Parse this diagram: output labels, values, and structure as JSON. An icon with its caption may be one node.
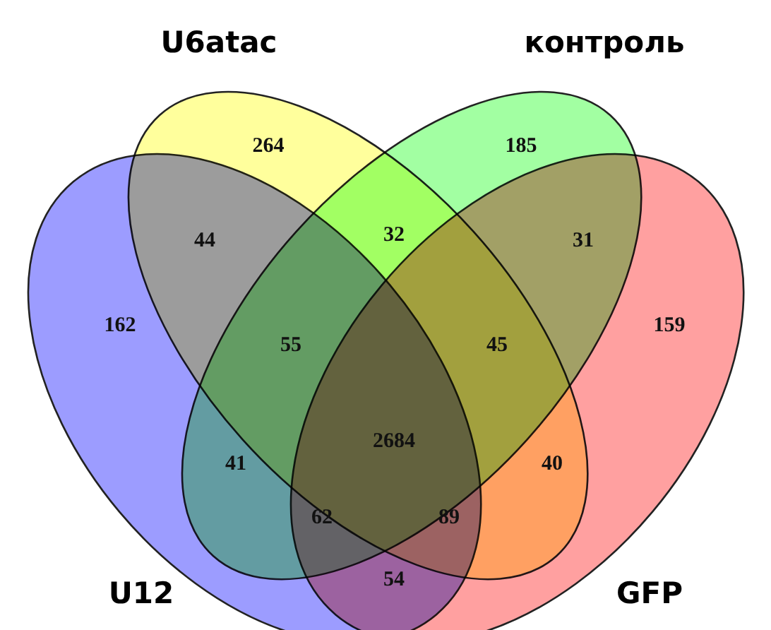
{
  "diagram": {
    "nodes": [
      {
        "text": [
          "U12"
        ]
      },
      {
        "text": [
          "U6atac"
        ]
      },
      {
        "text": [
          "контроль"
        ]
      },
      {
        "text": [
          "GFP"
        ]
      }
    ],
    "labels": [
      "264",
      "185",
      "44",
      "32",
      "31",
      "162",
      "159",
      "55",
      "45",
      "2684",
      "41",
      "40",
      "62",
      "89",
      "54"
    ]
  }
}
